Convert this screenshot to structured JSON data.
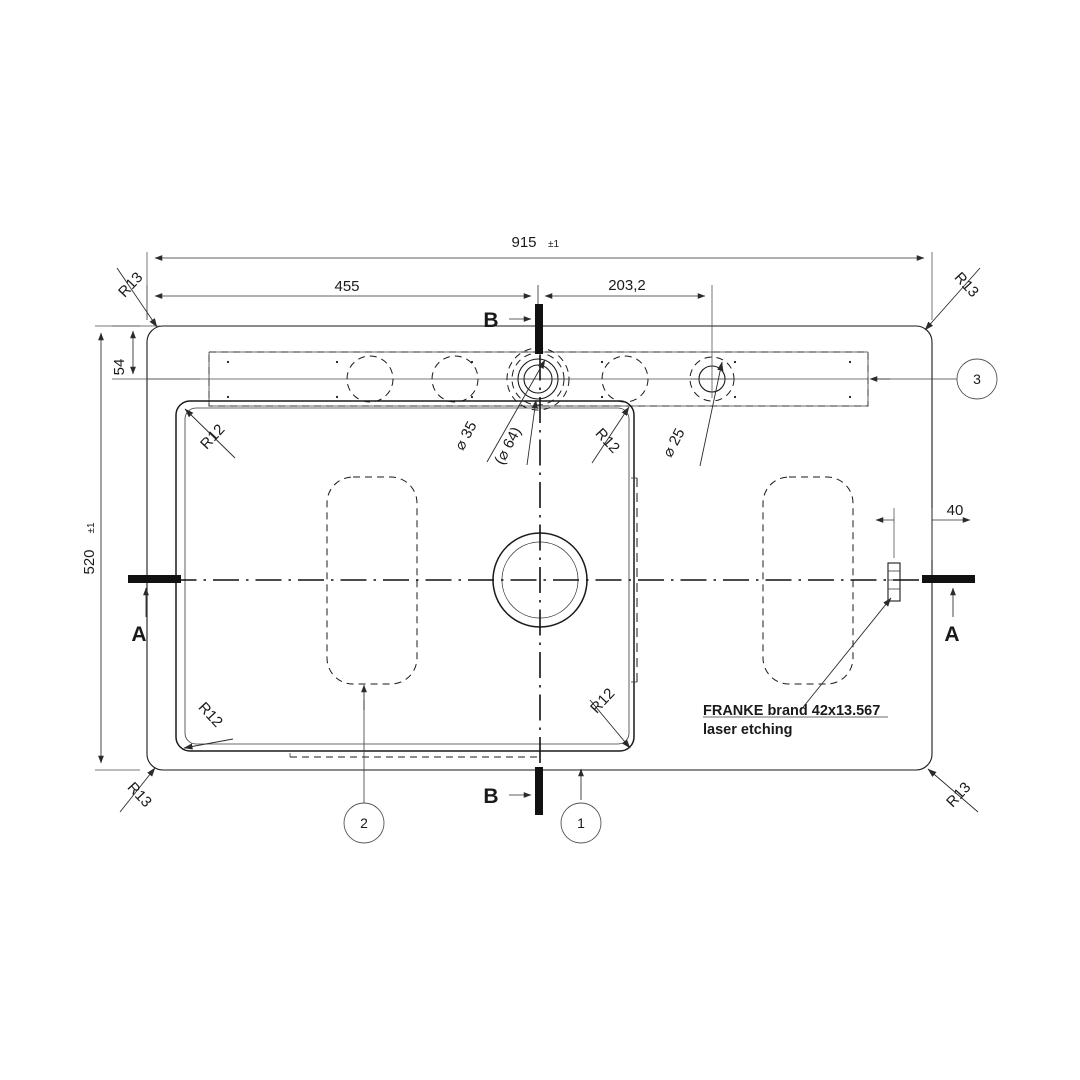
{
  "drawing": {
    "title": "Franke sink top-view technical drawing",
    "units": "mm",
    "dimensions": {
      "overall_width": "915",
      "overall_width_tol": "±1",
      "overall_depth": "520",
      "overall_depth_tol": "±1",
      "left_to_center_455": "455",
      "center_to_hole_203_2": "203,2",
      "deck_offset_54": "54",
      "right_edge_40": "40"
    },
    "radii": {
      "corner_outer_tl": "R13",
      "corner_outer_tr": "R13",
      "corner_outer_bl": "R13",
      "corner_outer_br": "R13",
      "bowl_tl": "R12",
      "bowl_tr": "R12",
      "bowl_bl": "R12",
      "bowl_br": "R12"
    },
    "holes": {
      "faucet_dia": "⌀ 35",
      "faucet_counterbore": "(⌀ 64)",
      "accessory_dia": "⌀ 25"
    },
    "section_marks": {
      "section_a_left": "A",
      "section_a_right": "A",
      "section_b_top": "B",
      "section_b_bottom": "B"
    },
    "detail_bubbles": [
      {
        "id": "1",
        "label": "1"
      },
      {
        "id": "2",
        "label": "2"
      },
      {
        "id": "3",
        "label": "3"
      }
    ],
    "notes": {
      "brand_line1": "FRANKE brand 42x13.567",
      "brand_line2": "laser etching"
    },
    "colors": {
      "line": "#1a1a1a",
      "dimension": "#2b2b2b",
      "background": "#ffffff"
    }
  }
}
